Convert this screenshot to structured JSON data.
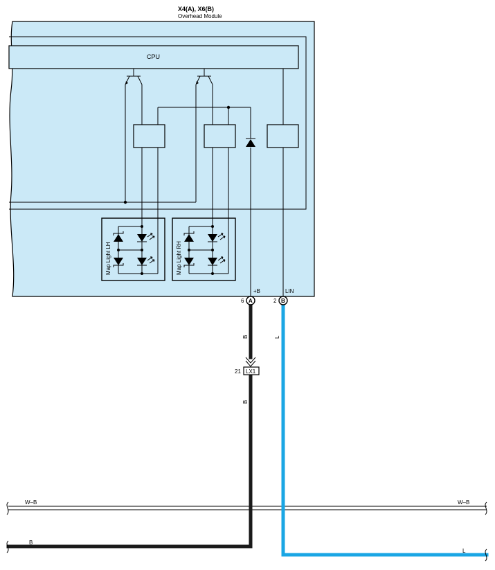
{
  "module": {
    "code": "X4(A), X6(B)",
    "name": "Overhead Module",
    "cpu_label": "CPU",
    "map_light_lh": "Map Light LH",
    "map_light_rh": "Map Light RH",
    "terminal_b_label": "+B",
    "terminal_lin_label": "LIN"
  },
  "pins": {
    "pin_a_number": "6",
    "pin_a_connector": "A",
    "pin_b_number": "2",
    "pin_b_connector": "B"
  },
  "junction": {
    "pin_number": "21",
    "code": "LX1"
  },
  "wires": {
    "power_color_upper": "B",
    "power_color_lower": "B",
    "lin_color": "L",
    "bus_wb_left": "W–B",
    "bus_wb_right": "W–B",
    "bus_b": "B",
    "bus_l": "L"
  },
  "colors": {
    "module_fill": "#cbe9f7",
    "wire_black": "#1a1a1a",
    "wire_blue": "#1aa6e4"
  }
}
